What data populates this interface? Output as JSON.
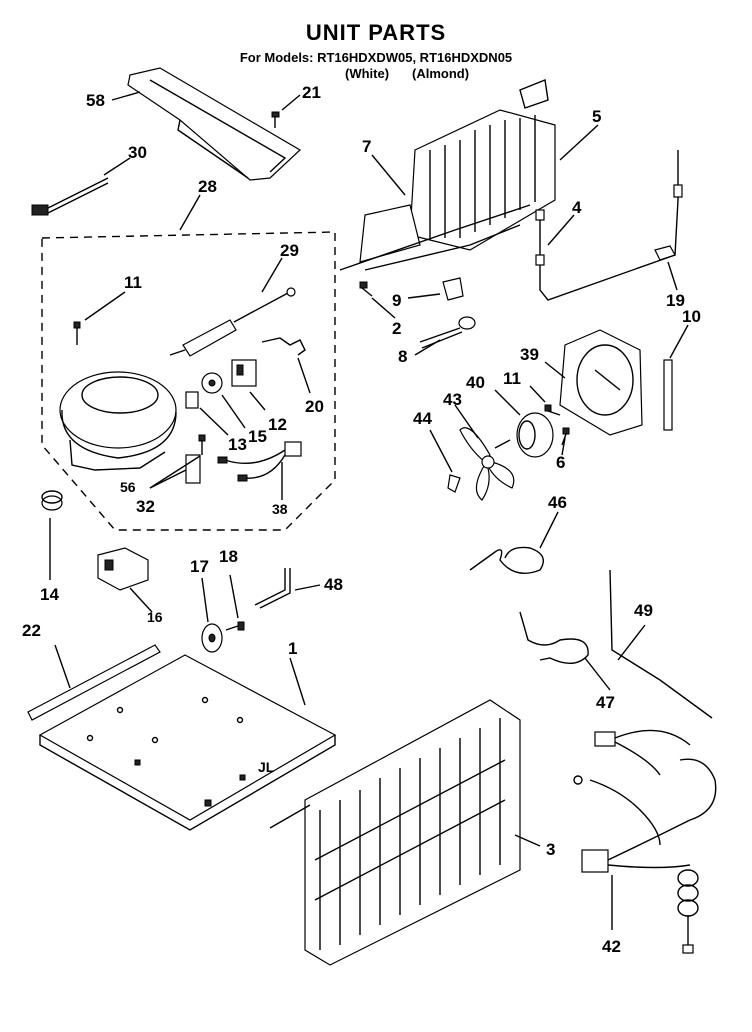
{
  "header": {
    "title": "UNIT PARTS",
    "models_line": "For Models: RT16HDXDW05, RT16HDXDN05",
    "color_white": "(White)",
    "color_almond": "(Almond)"
  },
  "callouts": {
    "c58": "58",
    "c21": "21",
    "c30": "30",
    "c28": "28",
    "c29": "29",
    "c11a": "11",
    "c7": "7",
    "c5": "5",
    "c4": "4",
    "c9": "9",
    "c2": "2",
    "c8": "8",
    "c19": "19",
    "c10": "10",
    "c39": "39",
    "c40": "40",
    "c11b": "11",
    "c43": "43",
    "c44": "44",
    "c6": "6",
    "c20": "20",
    "c12": "12",
    "c15": "15",
    "c13": "13",
    "c56": "56",
    "c32": "32",
    "c38": "38",
    "c46": "46",
    "c14": "14",
    "c16": "16",
    "c17": "17",
    "c18": "18",
    "c48": "48",
    "c22": "22",
    "c1": "1",
    "c49": "49",
    "c47": "47",
    "c3": "3",
    "c42": "42"
  },
  "condenser_label": "JL"
}
